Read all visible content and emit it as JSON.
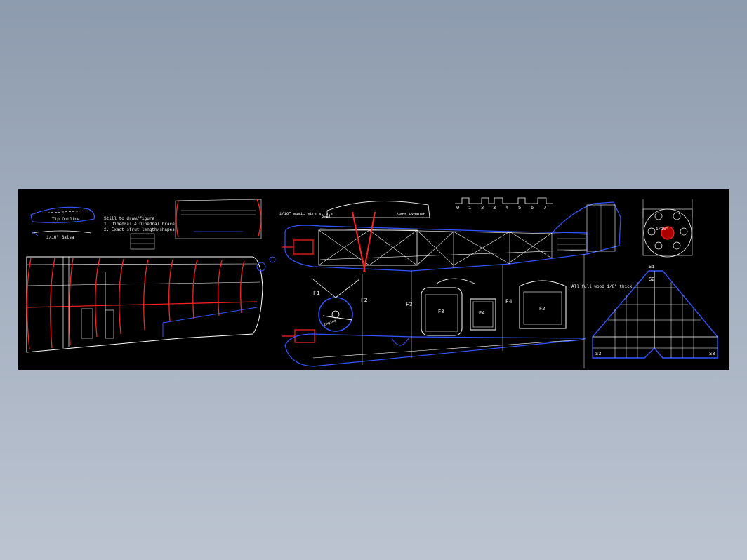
{
  "colors": {
    "background_top": "#8d9bae",
    "background_bottom": "#bcc4d1",
    "sheet": "#000000",
    "line_white": "#ffffff",
    "line_blue": "#2233ff",
    "line_red": "#ff2222"
  },
  "wing_panel": {
    "title_lines": [
      "Still to draw/figure",
      "1. Dihedral & Dihedral brace",
      "2. Exact strut length/shapes"
    ],
    "balsa_label": "1/16\" Balsa",
    "tip_label": "Tip Outline"
  },
  "fuselage": {
    "strut_label": "1/16\" music wire struts",
    "vent_label": "Vent Exhaust",
    "reel_label": "Reel",
    "fuel_note": "All full wood 1/8\" thick",
    "former_labels": [
      "F1",
      "F2",
      "F3",
      "F4",
      "F3",
      "F4",
      "F2"
    ],
    "engine_label": "Engine",
    "ruler_numbers": [
      "0",
      "1",
      "2",
      "3",
      "4",
      "5",
      "6",
      "7"
    ]
  },
  "tail": {
    "station_labels": [
      "S1",
      "S2",
      "S3",
      "S3"
    ],
    "grid_label": "1/16\""
  }
}
